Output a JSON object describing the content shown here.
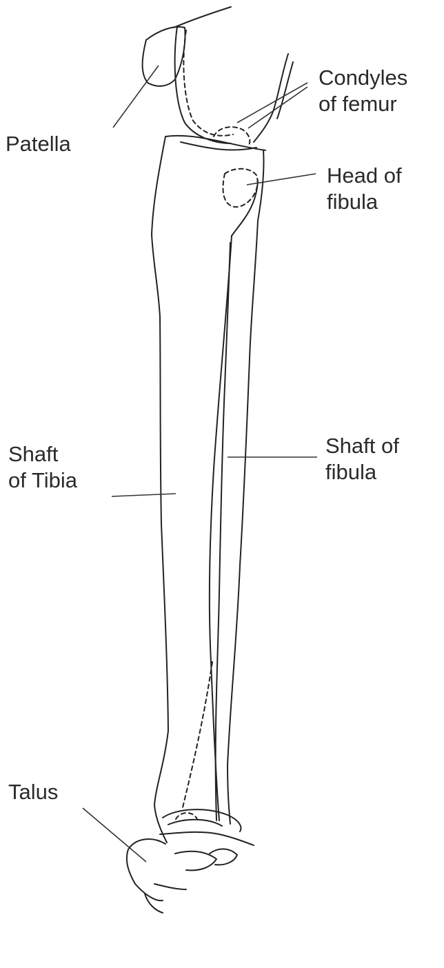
{
  "labels": {
    "patella": "Patella",
    "condyles_line1": "Condyles",
    "condyles_line2": "of femur",
    "head_line1": "Head of",
    "head_line2": "fibula",
    "tibia_line1": "Shaft",
    "tibia_line2": "of Tibia",
    "fibula_line1": "Shaft of",
    "fibula_line2": "fibula",
    "talus": "Talus"
  }
}
